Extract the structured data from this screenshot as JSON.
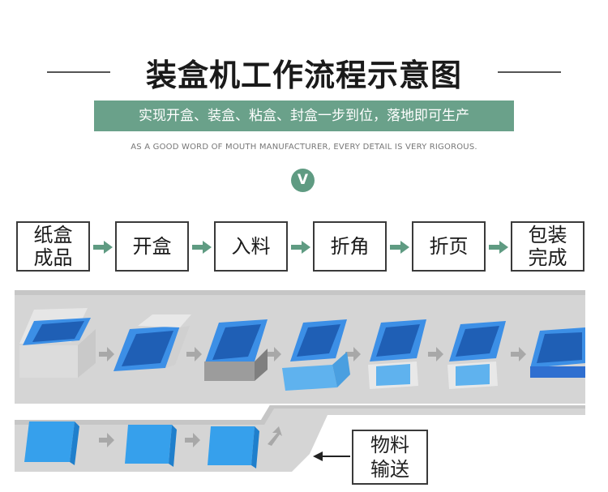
{
  "header": {
    "title": "装盒机工作流程示意图",
    "banner": "实现开盒、装盒、粘盒、封盒一步到位，落地即可生产",
    "subtitle": "AS A GOOD WORD OF MOUTH MANUFACTURER, EVERY DETAIL IS VERY RIGOROUS.",
    "badge": "V"
  },
  "steps": [
    {
      "line1": "纸盒",
      "line2": "成品"
    },
    {
      "line1": "开盒",
      "line2": ""
    },
    {
      "line1": "入料",
      "line2": ""
    },
    {
      "line1": "折角",
      "line2": ""
    },
    {
      "line1": "折页",
      "line2": ""
    },
    {
      "line1": "包装",
      "line2": "完成"
    }
  ],
  "material_label": {
    "line1": "物料",
    "line2": "输送"
  },
  "colors": {
    "banner": "#6aa18a",
    "flow_arrow": "#5f9b82",
    "track": "#d5d5d5",
    "box_blue": "#2f86e0",
    "box_light_blue": "#5fb2ee"
  }
}
